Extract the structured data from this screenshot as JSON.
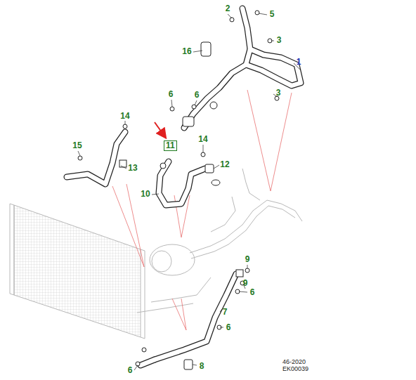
{
  "diagram": {
    "nodes": [
      {
        "text": [
          "11"
        ]
      }
    ],
    "labels": [
      "2",
      "5",
      "3",
      "1",
      "16",
      "6",
      "6",
      "3",
      "14",
      "15",
      "14",
      "13",
      "12",
      "10",
      "9",
      "9",
      "6",
      "7",
      "6",
      "6",
      "8",
      "46-2020",
      "EK00039"
    ]
  }
}
